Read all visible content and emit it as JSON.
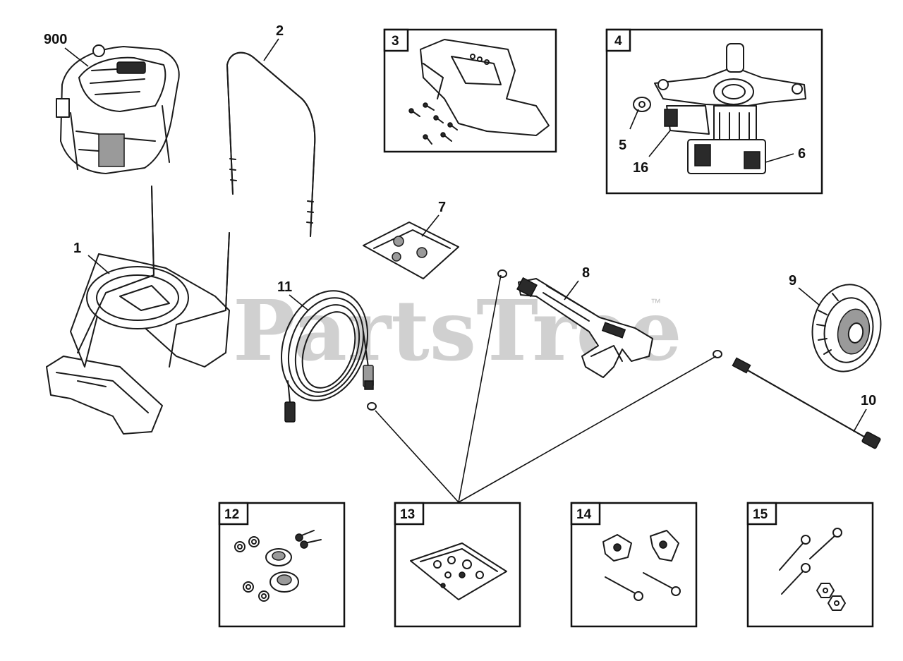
{
  "watermark": {
    "text": "PartsTree",
    "trademark": "™"
  },
  "callouts": {
    "engine": "900",
    "frame": "1",
    "handle": "2",
    "manifold_o_ring": "5",
    "pump_assembly": "6",
    "thermal_relief": "16",
    "quick_connects": "7",
    "spray_gun": "8",
    "wheel": "9",
    "wand": "10",
    "hose": "11"
  },
  "kits": {
    "k3": {
      "number": "3"
    },
    "k4": {
      "number": "4"
    },
    "k12": {
      "number": "12"
    },
    "k13": {
      "number": "13"
    },
    "k14": {
      "number": "14"
    },
    "k15": {
      "number": "15"
    }
  }
}
